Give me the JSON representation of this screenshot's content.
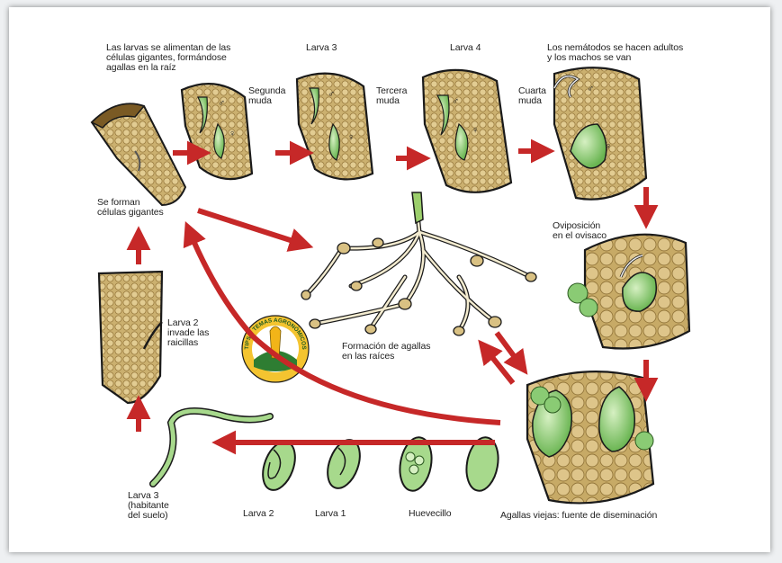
{
  "labels": {
    "larvas_alimentan": "Las larvas se alimentan de las\ncélulas gigantes, formándose\nagallas en la raíz",
    "larva3_top": "Larva 3",
    "larva4_top": "Larva 4",
    "adultos": "Los nemátodos se hacen adultos\ny los machos se van",
    "segunda_muda": "Segunda\nmuda",
    "tercera_muda": "Tercera\nmuda",
    "cuarta_muda": "Cuarta\nmuda",
    "celulas_gigantes": "Se forman\ncélulas gigantes",
    "oviposicion": "Oviposición\nen el ovisaco",
    "larva2_invade": "Larva 2\ninvade las\nraicillas",
    "formacion_agallas": "Formación de agallas\nen las raíces",
    "larva3_suelo": "Larva 3\n(habitante\ndel suelo)",
    "larva2_bottom": "Larva 2",
    "larva1_bottom": "Larva 1",
    "huevecillo": "Huevecillo",
    "agallas_viejas": "Agallas viejas: fuente de diseminación"
  },
  "symbols": {
    "male": "♂",
    "female": "♀"
  },
  "logo": {
    "text": "TIPS Y TEMAS AGRONÓMICOS"
  },
  "colors": {
    "arrow": "#c62828",
    "tissue": "#cdb47a",
    "tissue_dark": "#a8884a",
    "nematode_green": "#7fc46a",
    "outline": "#1a1a1a"
  }
}
